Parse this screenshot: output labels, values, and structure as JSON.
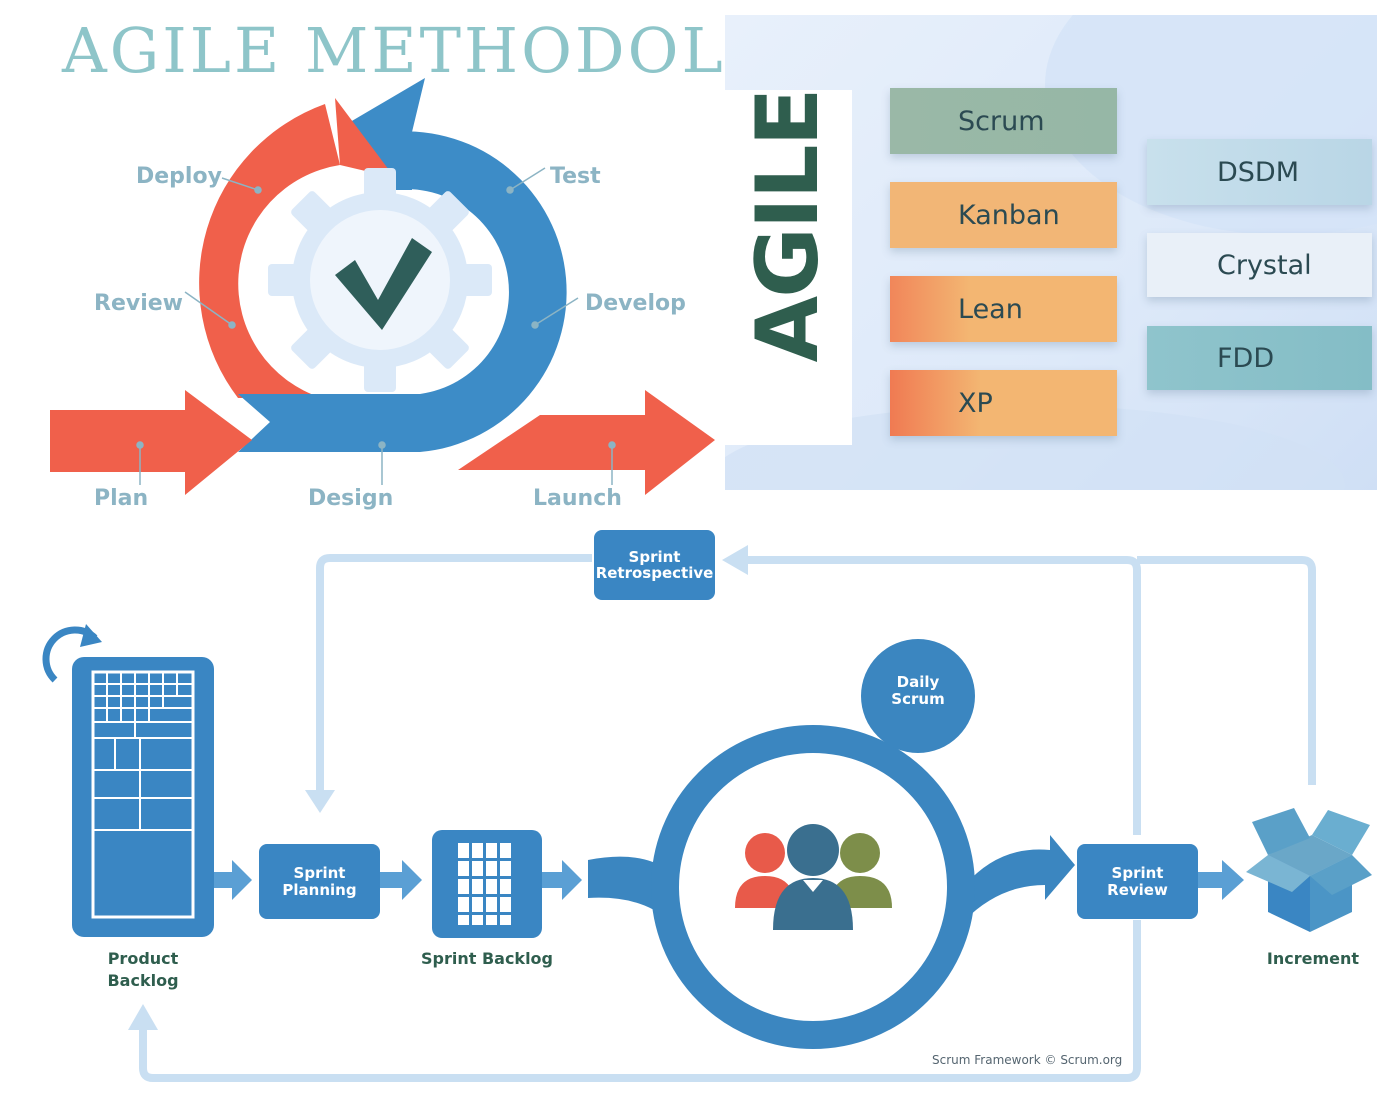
{
  "cycle": {
    "title": "AGILE METHODOLOG",
    "stages": {
      "deploy": "Deploy",
      "test": "Test",
      "review": "Review",
      "develop": "Develop",
      "plan": "Plan",
      "design": "Design",
      "launch": "Launch"
    },
    "colors": {
      "red": "#f0604b",
      "blue": "#3d8cc7",
      "gear": "#dbe9f8",
      "check": "#2f5e5a"
    },
    "icons": [
      "gear-icon",
      "checkmark-icon"
    ]
  },
  "frameworks": {
    "heading": "AGILE",
    "left": [
      "Scrum",
      "Kanban",
      "Lean",
      "XP"
    ],
    "right": [
      "DSDM",
      "Crystal",
      "FDD"
    ],
    "colors": {
      "scrum": "#96b7a6",
      "kanban": "#f2b676",
      "lean": "#f3a06a",
      "xp": "#f08a5a",
      "dsdm": "#bcd8e8",
      "crystal": "#e7eef7",
      "fdd": "#86bfc8"
    }
  },
  "scrum": {
    "retrospective": "Sprint Retrospective",
    "planning": "Sprint Planning",
    "review": "Sprint Review",
    "daily": "Daily Scrum",
    "product_backlog": "Product Backlog",
    "sprint_backlog": "Sprint Backlog",
    "increment": "Increment",
    "credit": "Scrum Framework © Scrum.org",
    "colors": {
      "box": "#3a86c3",
      "loop": "#c9dff2",
      "ring": "#3b86c0",
      "label": "#2f5e4e"
    },
    "icons": [
      "refresh-icon",
      "backlog-board-icon",
      "sprint-grid-icon",
      "team-icon",
      "open-box-icon"
    ]
  }
}
